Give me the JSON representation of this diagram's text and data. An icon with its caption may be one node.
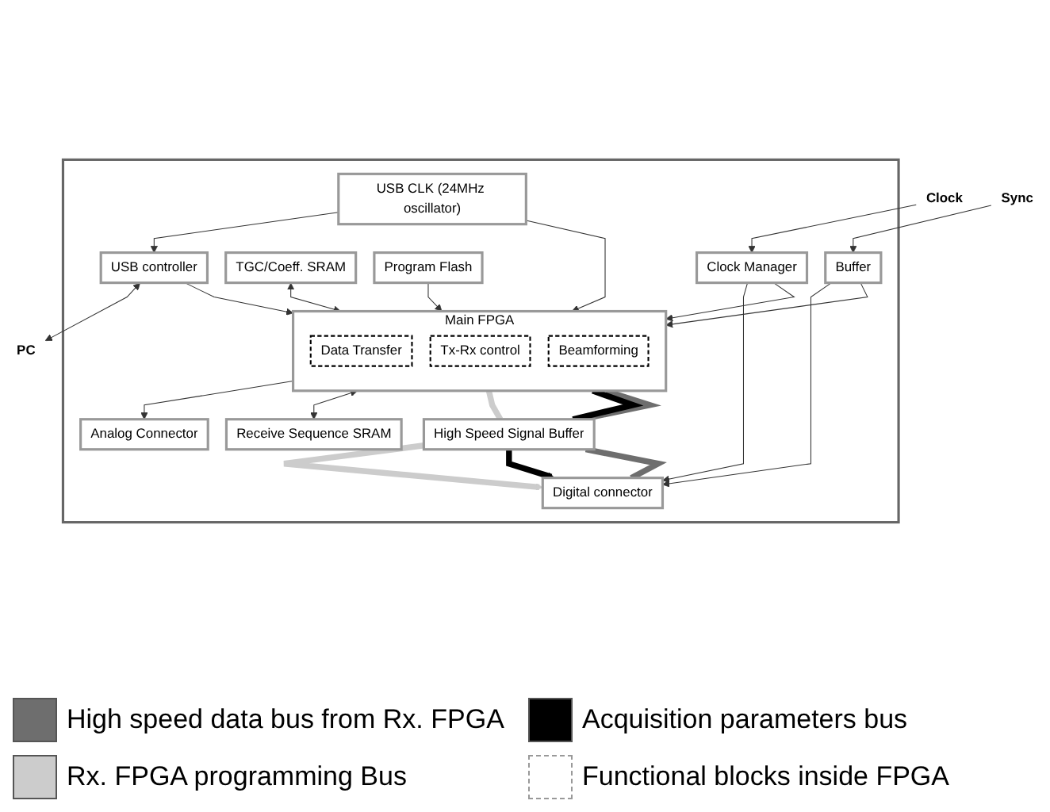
{
  "diagram": {
    "nodes": [
      {
        "text": [],
        "shape": "box"
      },
      {
        "text": [
          "Analog Connector"
        ],
        "in": 0
      },
      {
        "text": [
          "USB controller"
        ],
        "in": 0
      },
      {
        "text": [
          "TGC/Coeff. SRAM"
        ],
        "in": 0
      },
      {
        "text": [
          "Main FPGA"
        ],
        "in": 0
      },
      {
        "text": [
          "Data Transfer"
        ],
        "in": 4
      },
      {
        "text": [
          "Tx-Rx control"
        ],
        "in": 4
      },
      {
        "text": [
          "Beamforming"
        ],
        "in": 4
      },
      {
        "text": [
          "USB CLK (24MHz oscillator)"
        ],
        "in": 0
      },
      {
        "text": [
          "Program Flash"
        ],
        "in": 0
      },
      {
        "text": [
          "Receive Sequence SRAM"
        ],
        "in": 0
      },
      {
        "text": [
          "Clock Manager"
        ],
        "in": 0
      },
      {
        "text": [
          "High Speed Signal Buffer"
        ],
        "in": 0
      },
      {
        "text": [
          "Buffer"
        ],
        "in": 0
      },
      {
        "text": [
          "Digital connector"
        ],
        "in": 0
      },
      {
        "text": [
          "PC"
        ]
      },
      {
        "text": [
          "Clock"
        ]
      },
      {
        "text": [
          "Sync"
        ]
      }
    ],
    "edges": [
      {
        "from": 4,
        "to": 1,
        "arrow": "to"
      },
      {
        "from": 2,
        "to": 4,
        "arrow": "to"
      },
      {
        "from": 2,
        "to": 15,
        "arrow": "both"
      },
      {
        "from": 8,
        "to": 2,
        "arrow": "to"
      },
      {
        "from": 3,
        "to": 4,
        "arrow": "both"
      },
      {
        "from": 4,
        "to": 10,
        "arrow": "both"
      },
      {
        "from": 8,
        "to": 4,
        "arrow": "to"
      },
      {
        "from": 9,
        "to": 4,
        "arrow": "to"
      },
      {
        "from": 11,
        "to": 4,
        "arrow": "to"
      },
      {
        "from": 13,
        "to": 4,
        "arrow": "to"
      },
      {
        "from": 16,
        "to": 11,
        "arrow": "to"
      },
      {
        "from": 17,
        "to": 13,
        "arrow": "to"
      },
      {
        "from": 13,
        "to": 14,
        "arrow": "to"
      },
      {
        "from": 11,
        "to": 14,
        "arrow": "to"
      },
      {
        "from": 4,
        "to": 12,
        "arrow": "none",
        "style": "thick",
        "color": "#cccccc"
      },
      {
        "from": 12,
        "to": 14,
        "arrow": "to",
        "style": "thick",
        "color": "#cccccc"
      },
      {
        "from": 14,
        "to": 12,
        "arrow": "none",
        "style": "thick",
        "color": "#6e6e6e"
      },
      {
        "from": 12,
        "to": 4,
        "arrow": "to",
        "style": "thick",
        "color": "#6e6e6e"
      },
      {
        "from": 4,
        "to": 12,
        "arrow": "none",
        "style": "thick",
        "color": "#000000"
      },
      {
        "from": 12,
        "to": 14,
        "arrow": "to",
        "style": "thick",
        "color": "#000000"
      }
    ],
    "legend": [
      {
        "text": "High speed data bus from Rx. FPGA",
        "color": "#6e6e6e"
      },
      {
        "text": "Acquisition parameters bus",
        "color": "#000000"
      },
      {
        "text": "Rx. FPGA programming Bus",
        "color": "#cccccc"
      },
      {
        "text": "Functional blocks inside FPGA"
      }
    ]
  }
}
